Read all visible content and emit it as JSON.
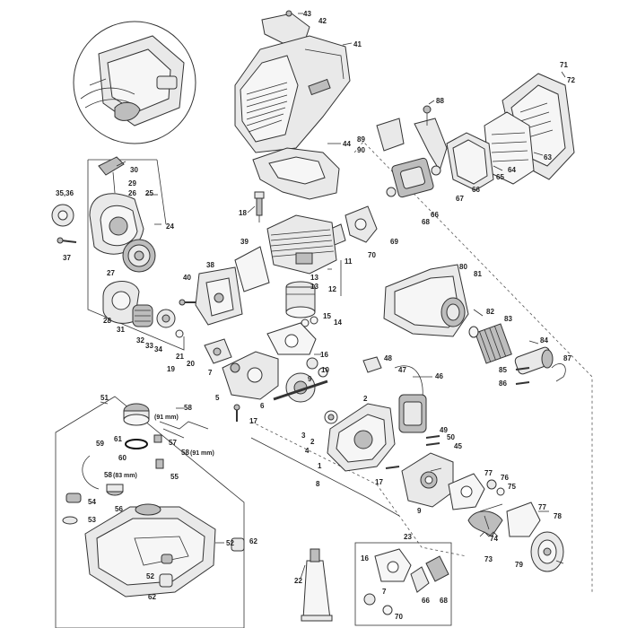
{
  "callouts": {
    "c42": "42",
    "c43": "43",
    "c41": "41",
    "c44": "44",
    "c18": "18",
    "c88": "88",
    "c89": "89",
    "c90": "90",
    "c71": "71",
    "c72": "72",
    "c63": "63",
    "c64": "64",
    "c65": "65",
    "c66a": "66",
    "c66b": "66",
    "c67": "67",
    "c68": "68",
    "c69": "69",
    "c70a": "70",
    "c30": "30",
    "c29": "29",
    "c26": "26",
    "c25": "25",
    "c3536": "35,36",
    "c24": "24",
    "c37": "37",
    "c27": "27",
    "c28": "28",
    "c31": "31",
    "c32": "32",
    "c33": "33",
    "c34": "34",
    "c39": "39",
    "c38": "38",
    "c40": "40",
    "c11": "11",
    "c13a": "13",
    "c13b": "13",
    "c12": "12",
    "c15": "15",
    "c14": "14",
    "c80": "80",
    "c81": "81",
    "c82": "82",
    "c83": "83",
    "c84": "84",
    "c85": "85",
    "c86": "86",
    "c87": "87",
    "c21": "21",
    "c20": "20",
    "c19": "19",
    "c7a": "7",
    "c16": "16",
    "c10": "10",
    "c9a": "9",
    "c5": "5",
    "c6": "6",
    "c17a": "17",
    "c48": "48",
    "c47": "47",
    "c46": "46",
    "c2a": "2",
    "c2b": "2",
    "c3": "3",
    "c4": "4",
    "c1": "1",
    "c8": "8",
    "c49": "49",
    "c50": "50",
    "c45": "45",
    "c17b": "17",
    "c77a": "77",
    "c76": "76",
    "c75": "75",
    "c9b": "9",
    "c74": "74",
    "c73": "73",
    "c77b": "77",
    "c78": "78",
    "c79": "79",
    "c51": "51",
    "c58a": "58",
    "c91a": "(91 mm)",
    "c59": "59",
    "c61": "61",
    "c57": "57",
    "c60": "60",
    "c58b": "58",
    "c91b": "(91 mm)",
    "c58c": "58",
    "c83mm": "(83 mm)",
    "c55": "55",
    "c54": "54",
    "c56": "56",
    "c53": "53",
    "c52a": "52",
    "c52b": "52",
    "c62a": "62",
    "c62b": "62",
    "c22": "22",
    "c23": "23",
    "c16b": "16",
    "c7b": "7",
    "c70b": "70",
    "c66c": "66",
    "c68b": "68"
  }
}
